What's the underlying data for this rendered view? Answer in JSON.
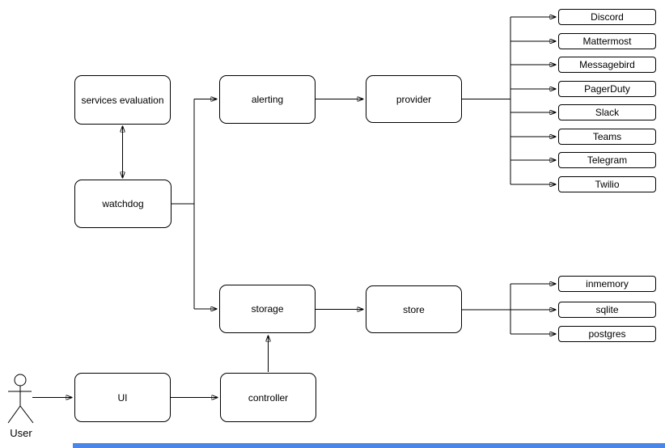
{
  "diagram": {
    "nodes": {
      "services_evaluation": {
        "label": "services evaluation"
      },
      "watchdog": {
        "label": "watchdog"
      },
      "alerting": {
        "label": "alerting"
      },
      "provider": {
        "label": "provider"
      },
      "storage": {
        "label": "storage"
      },
      "store": {
        "label": "store"
      },
      "ui": {
        "label": "UI"
      },
      "controller": {
        "label": "controller"
      }
    },
    "actor": {
      "label": "User"
    },
    "provider_endpoints": [
      "Discord",
      "Mattermost",
      "Messagebird",
      "PagerDuty",
      "Slack",
      "Teams",
      "Telegram",
      "Twilio"
    ],
    "store_backends": [
      "inmemory",
      "sqlite",
      "postgres"
    ],
    "edges": [
      {
        "from": "user",
        "to": "ui"
      },
      {
        "from": "ui",
        "to": "controller"
      },
      {
        "from": "controller",
        "to": "storage"
      },
      {
        "from": "watchdog",
        "to": "services_evaluation",
        "direction": "both"
      },
      {
        "from": "watchdog",
        "to": "alerting"
      },
      {
        "from": "watchdog",
        "to": "storage"
      },
      {
        "from": "alerting",
        "to": "provider"
      },
      {
        "from": "storage",
        "to": "store"
      },
      {
        "from": "provider",
        "to": "each provider_endpoint"
      },
      {
        "from": "store",
        "to": "each store_backend"
      }
    ],
    "colors": {
      "background": "#ffffff",
      "line": "#000000",
      "node_fill": "#ffffff",
      "node_border": "#000000",
      "text": "#000000",
      "bottom_bar": "#4a86e8"
    }
  }
}
